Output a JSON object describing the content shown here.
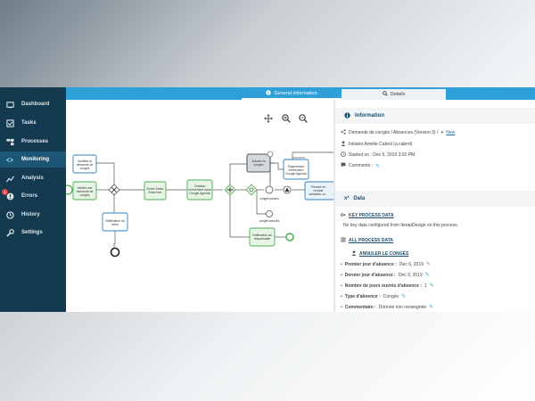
{
  "sidebar": {
    "items": [
      {
        "label": "Dashboard",
        "icon": "home-icon"
      },
      {
        "label": "Tasks",
        "icon": "checkbox-icon"
      },
      {
        "label": "Processes",
        "icon": "process-icon"
      },
      {
        "label": "Monitoring",
        "icon": "eye-icon",
        "active": true
      },
      {
        "label": "Analysis",
        "icon": "chart-icon"
      },
      {
        "label": "Errors",
        "icon": "alert-icon",
        "badge": "1"
      },
      {
        "label": "History",
        "icon": "clock-icon"
      },
      {
        "label": "Settings",
        "icon": "wrench-icon"
      }
    ]
  },
  "tabs": {
    "general": "General information",
    "details": "Details"
  },
  "diagram": {
    "tasks": {
      "t1": [
        "Modifier la",
        "demande de",
        "congés"
      ],
      "t2": [
        "Valider une",
        "demande de",
        "congés"
      ],
      "t3": [
        "Notification du",
        "refus"
      ],
      "t4": [
        "Ecrire Dates",
        "Etats Non"
      ],
      "t5": [
        "Création",
        "événement dans",
        "Google Agenda"
      ],
      "t6": [
        "Annuler le",
        "congés"
      ],
      "t7": [
        "Suppression",
        "événement",
        "Google Agenda"
      ],
      "t8": [
        "Prendre en",
        "compte",
        "variables ou..."
      ],
      "t9": [
        "Notification au",
        "responsable"
      ]
    },
    "labels": {
      "l1": "congés passés",
      "l2": "congés annulés"
    }
  },
  "info": {
    "header": "Information",
    "process": "Demande de congés / Absences (Version 3) /",
    "new_label": "New",
    "initiator": "Initiator Amélie Cabrol (a.cabrol)",
    "started": "Started on : Dec 5, 2019 3:02 PM",
    "comments": "Comments :"
  },
  "data_section": {
    "header": "Data",
    "key_title": "KEY PROCESS DATA",
    "key_empty": "No key data configured from IterapDesign on this process.",
    "all_title": "ALL PROCESS DATA",
    "group_title": "ANNULER LE CONGÉS",
    "fields": [
      {
        "label": "Premier jour d'absence :",
        "value": "Dec 6, 2019"
      },
      {
        "label": "Dernier jour d'absence :",
        "value": "Dec 9, 2019"
      },
      {
        "label": "Nombre de jours ouvrés d'absence :",
        "value": "1"
      },
      {
        "label": "Type d'absence :",
        "value": "Congés"
      },
      {
        "label": "Commentaire :",
        "value": "Donnée non renseignée"
      }
    ]
  },
  "colors": {
    "sidebar": "#133a4e",
    "accent": "#2f9fd8",
    "task_green": "#4caf50",
    "task_blue": "#2f7fbf"
  }
}
